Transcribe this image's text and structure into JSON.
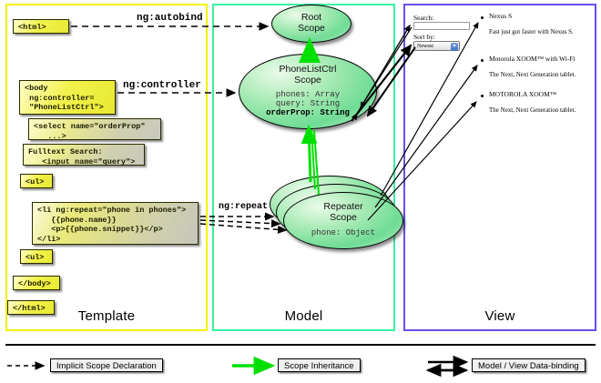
{
  "diagram": {
    "title": "AngularJS Template / Model / View data-binding diagram",
    "columns": [
      {
        "key": "template",
        "label": "Template",
        "border_color": "#f2f200"
      },
      {
        "key": "model",
        "label": "Model",
        "border_color": "#3bf0a0"
      },
      {
        "key": "view",
        "label": "View",
        "border_color": "#6a4df0"
      }
    ]
  },
  "template": {
    "boxes": [
      {
        "id": "html-open",
        "text": "<html>"
      },
      {
        "id": "body-open",
        "text": "<body\n ng:controller=\n \"PhoneListCtrl\">"
      },
      {
        "id": "select",
        "text": "<select name=\"orderProp\"\n   ...>"
      },
      {
        "id": "fulltext",
        "text": "Fulltext Search:\n   <input name=\"query\">"
      },
      {
        "id": "ul-open",
        "text": "<ul>"
      },
      {
        "id": "li-repeat",
        "text": "<li ng:repeat=\"phone in phones\">\n   {{phone.name}}\n   <p>{{phone.snippet}}</p>\n</li>"
      },
      {
        "id": "ul-close",
        "text": "<ul>"
      },
      {
        "id": "body-close",
        "text": "</body>"
      },
      {
        "id": "html-close",
        "text": "</html>"
      }
    ]
  },
  "edge_labels": {
    "autobind": "ng:autobind",
    "controller": "ng:controller",
    "repeat": "ng:repeat"
  },
  "model": {
    "scopes": [
      {
        "id": "root-scope",
        "title_line1": "Root",
        "title_line2": "Scope",
        "props": []
      },
      {
        "id": "phonelistctrl-scope",
        "title_line1": "PhoneListCtrl",
        "title_line2": "Scope",
        "props": [
          {
            "text": "phones: Array",
            "bold": false
          },
          {
            "text": "query: String",
            "bold": false
          },
          {
            "text": "orderProp: String",
            "bold": true
          }
        ]
      },
      {
        "id": "repeater-scope",
        "title_line1": "Repeater",
        "title_line2": "Scope",
        "props": [
          {
            "text": "phone: Object",
            "bold": false
          }
        ]
      }
    ]
  },
  "view": {
    "search_label": "Search:",
    "search_value": "",
    "sort_label": "Sort by:",
    "sort_selected": "Newest",
    "phones": [
      {
        "name": "Nexus S",
        "snippet": "Fast just got faster with Nexus S."
      },
      {
        "name": "Motorola XOOM™  with Wi-Fi",
        "snippet": "The Next, Next Generation tablet."
      },
      {
        "name": "MOTOROLA XOOM™",
        "snippet": "The Next, Next Generation tablet."
      }
    ]
  },
  "legend": {
    "items": [
      {
        "id": "implicit-scope-declaration",
        "label": "Implicit Scope Declaration",
        "style": "dashed-arrow",
        "color": "#000000"
      },
      {
        "id": "scope-inheritance",
        "label": "Scope Inheritance",
        "style": "solid-arrow",
        "color": "#00e000"
      },
      {
        "id": "model-view-data-binding",
        "label": "Model / View Data-binding",
        "style": "double-arrow",
        "color": "#000000"
      }
    ]
  }
}
